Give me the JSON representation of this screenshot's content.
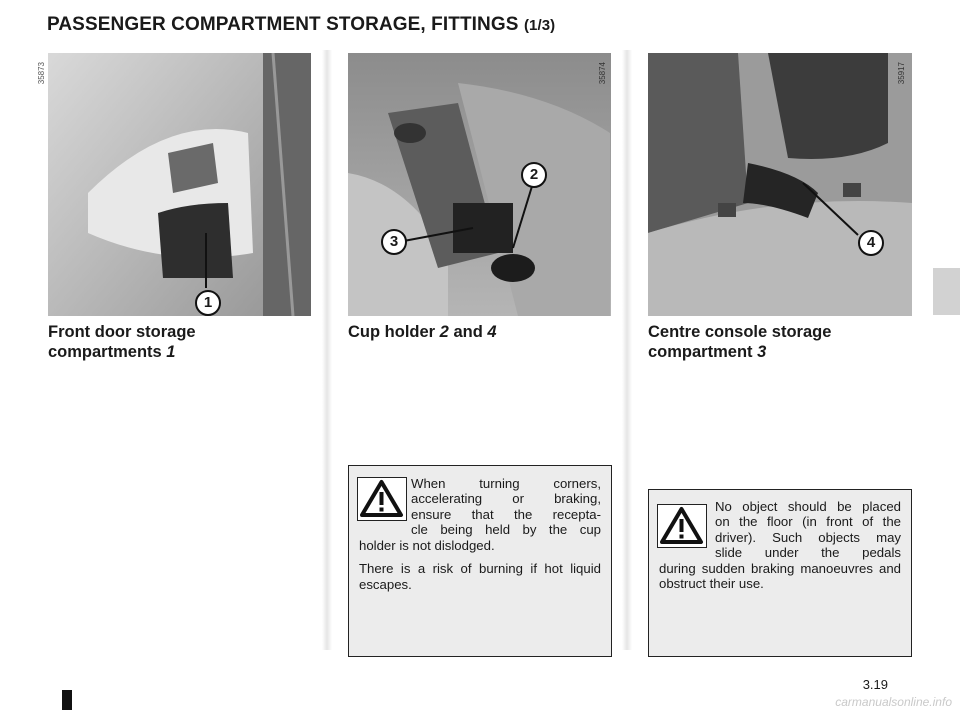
{
  "page": {
    "title": "PASSENGER COMPARTMENT STORAGE, FITTINGS",
    "title_part": "(1/3)",
    "page_number": "3.19",
    "footer_watermark": "carmanualsonline.info"
  },
  "sections": [
    {
      "image_ref": "35873",
      "callouts": [
        "1"
      ],
      "caption_line1": "Front door storage",
      "caption_line2": "compartments",
      "caption_ref": "1"
    },
    {
      "image_ref": "35874",
      "callouts": [
        "2",
        "3"
      ],
      "caption_line1": "Cup holder",
      "caption_ref_a": "2",
      "caption_and": "and",
      "caption_ref_b": "4"
    },
    {
      "image_ref": "35917",
      "callouts": [
        "4"
      ],
      "caption_line1": "Centre console storage",
      "caption_line2": "compartment",
      "caption_ref": "3"
    }
  ],
  "warnings": [
    {
      "icon": "warning-triangle-icon",
      "line1": "When turning corners,",
      "line2": "accelerating or braking,",
      "line3": "ensure that the recepta-",
      "line4": "cle being held by the cup",
      "line5": "holder is not dislodged.",
      "para2": "There is a risk of burning if hot liquid escapes."
    },
    {
      "icon": "warning-triangle-icon",
      "line1": "No object should be placed",
      "line2": "on the floor (in front of the",
      "line3": "driver). Such objects may",
      "line4": "slide under the pedals",
      "line5": "during sudden braking manoeuvres and obstruct their use."
    }
  ],
  "colors": {
    "section_tab": "#d2d2d2",
    "warning_bg": "#ececec"
  }
}
